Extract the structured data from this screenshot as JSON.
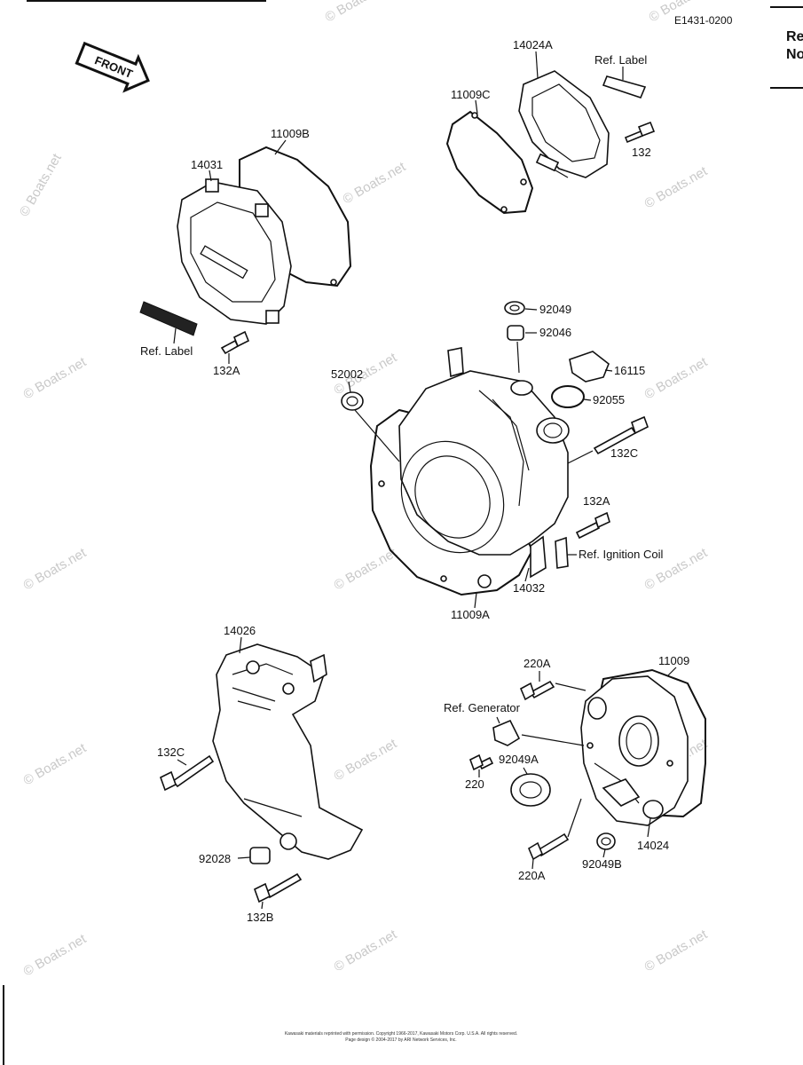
{
  "header": {
    "diagram_code": "E1431-0200",
    "front_arrow": "FRONT",
    "side_note": [
      "Re",
      "No"
    ]
  },
  "callouts": {
    "c14024A": "14024A",
    "refLabelTop": "Ref. Label",
    "c11009C": "11009C",
    "c132": "132",
    "c14031": "14031",
    "c11009B": "11009B",
    "refLabelLeft": "Ref. Label",
    "c132A_top": "132A",
    "c92049": "92049",
    "c92046": "92046",
    "c16115": "16115",
    "c52002": "52002",
    "c92055": "92055",
    "c132C_right": "132C",
    "c132A_mid": "132A",
    "refIgnition": "Ref. Ignition Coil",
    "c14032": "14032",
    "c11009A": "11009A",
    "c14026": "14026",
    "c132C_left": "132C",
    "c92028": "92028",
    "c132B": "132B",
    "c220A_top": "220A",
    "c11009": "11009",
    "refGenerator": "Ref. Generator",
    "c92049A": "92049A",
    "c220": "220",
    "c14024": "14024",
    "c92049B": "92049B",
    "c220A_bottom": "220A"
  },
  "watermark": "© Boats.net",
  "footer": {
    "line1": "Kawasaki materials reprinted with permission. Copyright 1966-2017, Kawasaki Motors Corp. U.S.A. All rights reserved.",
    "line2": "Page design © 2004-2017 by ARI Network Services, Inc."
  }
}
